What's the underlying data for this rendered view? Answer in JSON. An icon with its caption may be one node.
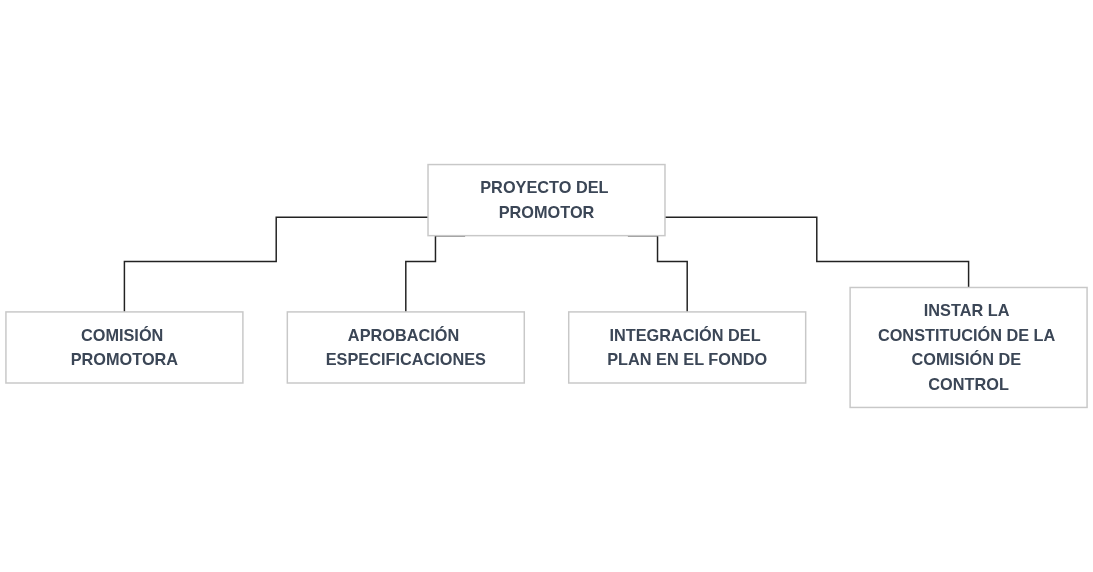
{
  "diagram": {
    "nodes": [
      {
        "text": [
          "PROYECTO DEL PROMOTOR"
        ]
      },
      {
        "text": [
          "COMISIÓN PROMOTORA"
        ]
      },
      {
        "text": [
          "APROBACIÓN ESPECIFICACIONES"
        ]
      },
      {
        "text": [
          "INTEGRACIÓN DEL PLAN EN EL FONDO"
        ]
      },
      {
        "text": [
          "INSTAR LA CONSTITUCIÓN DE LA COMISIÓN DE CONTROL"
        ]
      }
    ],
    "edges": [
      {
        "from": 0,
        "to": 1,
        "arrow": "none"
      },
      {
        "from": 0,
        "to": 2,
        "arrow": "none"
      },
      {
        "from": 0,
        "to": 3,
        "arrow": "none"
      },
      {
        "from": 0,
        "to": 4,
        "arrow": "none"
      }
    ]
  }
}
